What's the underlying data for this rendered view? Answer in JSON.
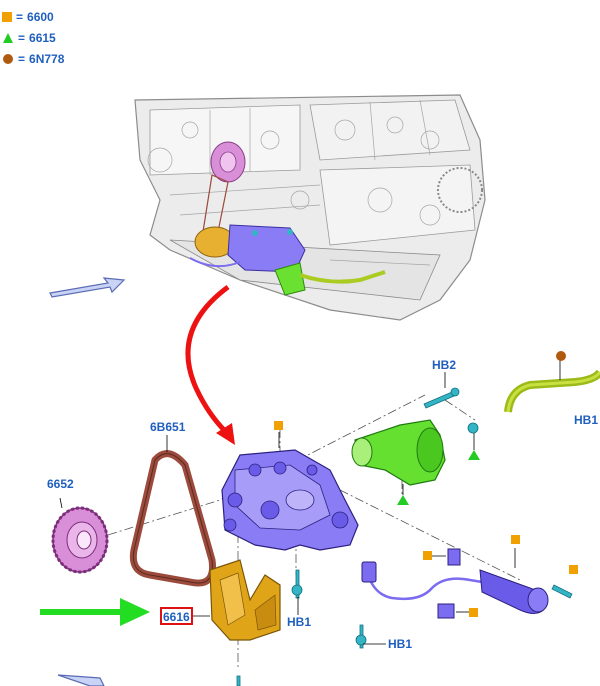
{
  "legend": [
    {
      "symbol": "orange-square",
      "eq": "=",
      "code": "6600",
      "color": "#f0a000"
    },
    {
      "symbol": "green-triangle",
      "eq": "=",
      "code": "6615",
      "color": "#22cc22"
    },
    {
      "symbol": "brown-circle",
      "eq": "=",
      "code": "6N778",
      "color": "#b05a10"
    }
  ],
  "labels": {
    "hb2": "HB2",
    "hb1_top": "HB1",
    "b6651": "6B651",
    "c6652": "6652",
    "c6616": "6616",
    "hb1_mid": "HB1",
    "hb1_bottom": "HB1"
  },
  "colors": {
    "label_blue": "#1f5fbf",
    "pump_purple": "#7b6cf0",
    "shield_gold": "#e0a418",
    "housing_green": "#55dd22",
    "tube_yellowgreen": "#aacc22",
    "belt_brown": "#9b4a3c",
    "sprocket_pink": "#d98ed8",
    "arrow_red": "#ee1111",
    "arrow_green": "#22dd22",
    "bolt_cyan": "#33b5c5",
    "callout_orange": "#f0a000"
  }
}
